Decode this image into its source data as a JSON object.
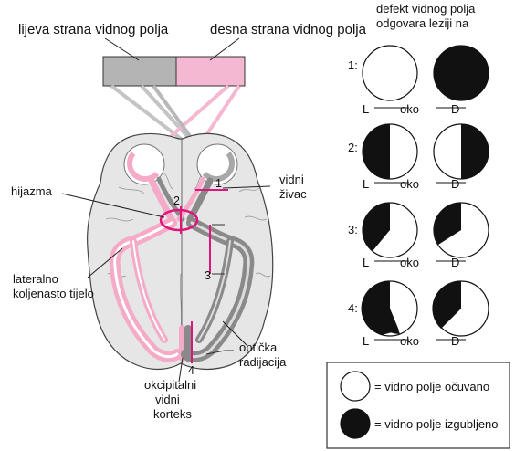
{
  "header": {
    "left_field": "lijeva strana vidnog polja",
    "right_field": "desna strana vidnog polja"
  },
  "legend_header": {
    "line1": "defekt vidnog polja",
    "line2": "odgovara  leziji na"
  },
  "labels": {
    "hijazma": "hijazma",
    "vidni": "vidni",
    "zivac": "živac",
    "lateralno": "lateralno",
    "koljenasto": "koljenasto tijelo",
    "opticka": "optička",
    "radijacija": "radijacija",
    "okcipitalni": "okcipitalni",
    "vidni2": "vidni",
    "korteks": "korteks",
    "n1": "1",
    "n2": "2",
    "n3": "3",
    "n4": "4"
  },
  "defects": [
    {
      "num": "1:",
      "left": "L",
      "eye": "oko",
      "right": "D"
    },
    {
      "num": "2:",
      "left": "L",
      "eye": "oko",
      "right": "D"
    },
    {
      "num": "3:",
      "left": "L",
      "eye": "oko",
      "right": "D"
    },
    {
      "num": "4:",
      "left": "L",
      "eye": "oko",
      "right": "D"
    }
  ],
  "legend": {
    "preserved": "= vidno polje očuvano",
    "lost": "= vidno polje izgubljeno"
  },
  "colors": {
    "pink": "#f5aac8",
    "magenta": "#e0157a",
    "gray": "#9a9a9a",
    "dark_gray": "#7a7a7a",
    "brain": "#e6e6e6"
  }
}
